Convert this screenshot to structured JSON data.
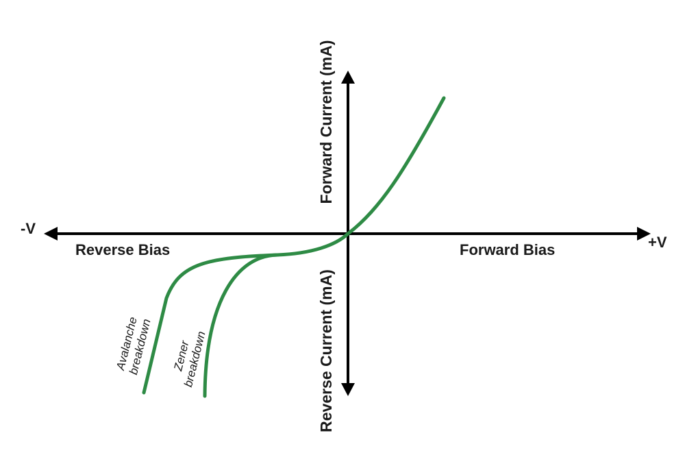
{
  "labels": {
    "neg_v": "-V",
    "pos_v": "+V",
    "reverse_bias": "Reverse Bias",
    "forward_bias": "Forward Bias",
    "forward_current": "Forward Current (mA)",
    "reverse_current": "Reverse Current (mA)",
    "avalanche": [
      "Avalanche",
      "breakdown"
    ],
    "zener": [
      "Zener",
      "breakdown"
    ]
  },
  "colors": {
    "curve": "#2e8b45",
    "axis": "#000000",
    "text": "#1a1a1a"
  }
}
